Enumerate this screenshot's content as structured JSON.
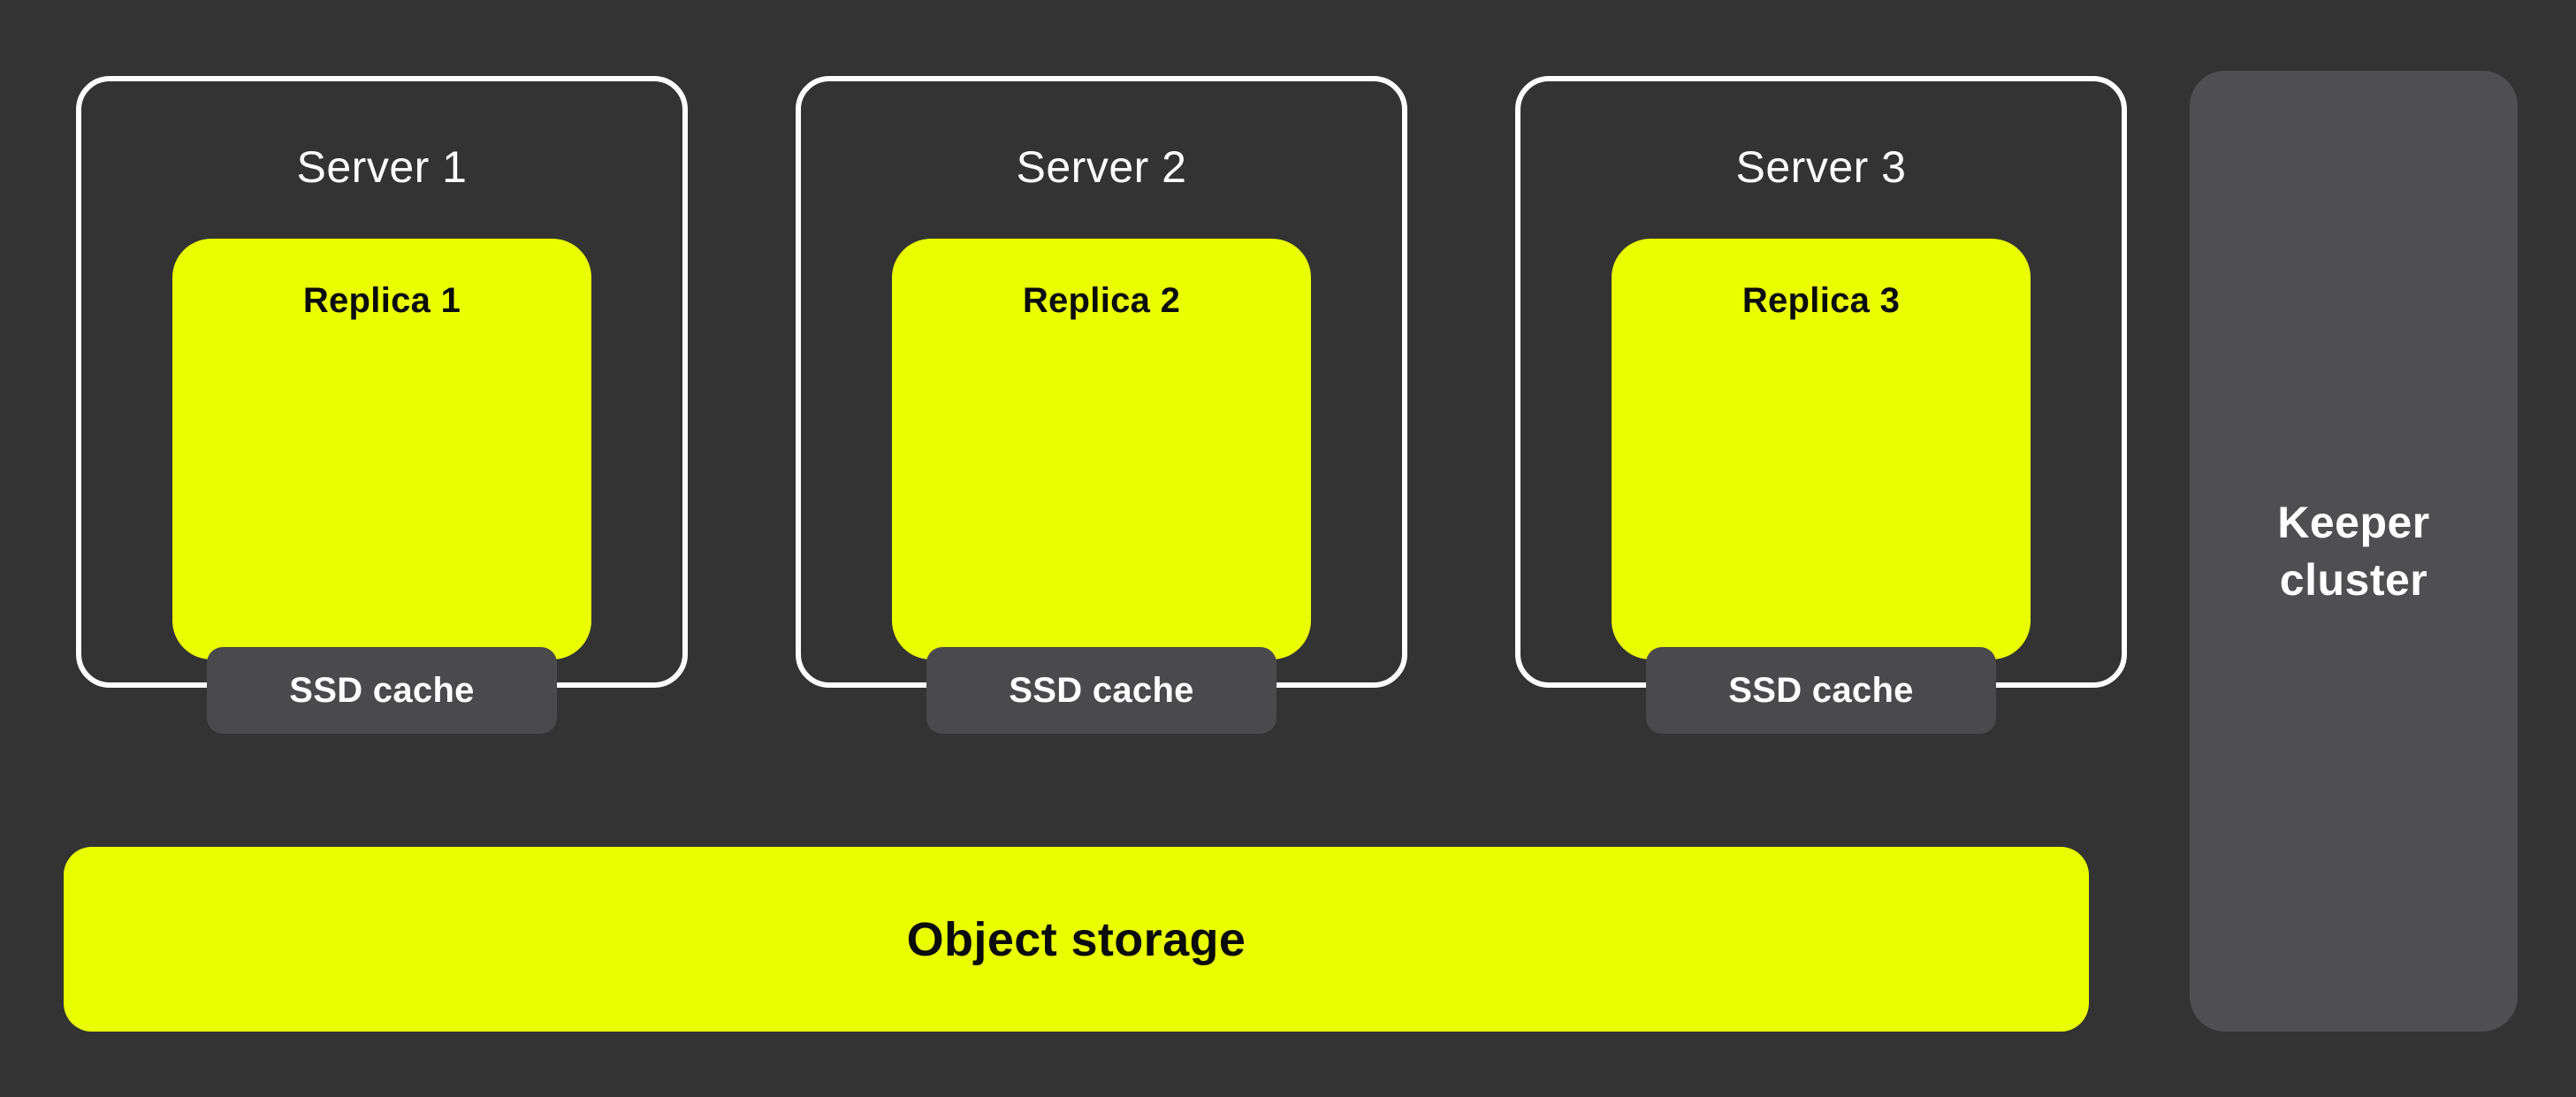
{
  "colors": {
    "bg": "#333333",
    "accent_yellow": "#E9FF00",
    "card_border": "#FFFFFF",
    "ssd_bg": "#4A4A4C",
    "keeper_bg": "#4F4F51",
    "text_light": "#FFFFFF",
    "text_dark": "#0B0B0B"
  },
  "servers": [
    {
      "title": "Server 1",
      "replica": "Replica 1",
      "cache": "SSD cache"
    },
    {
      "title": "Server 2",
      "replica": "Replica 2",
      "cache": "SSD cache"
    },
    {
      "title": "Server 3",
      "replica": "Replica 3",
      "cache": "SSD cache"
    }
  ],
  "keeper": {
    "lines": [
      "Keeper",
      "cluster"
    ]
  },
  "object_storage": {
    "label": "Object storage"
  }
}
